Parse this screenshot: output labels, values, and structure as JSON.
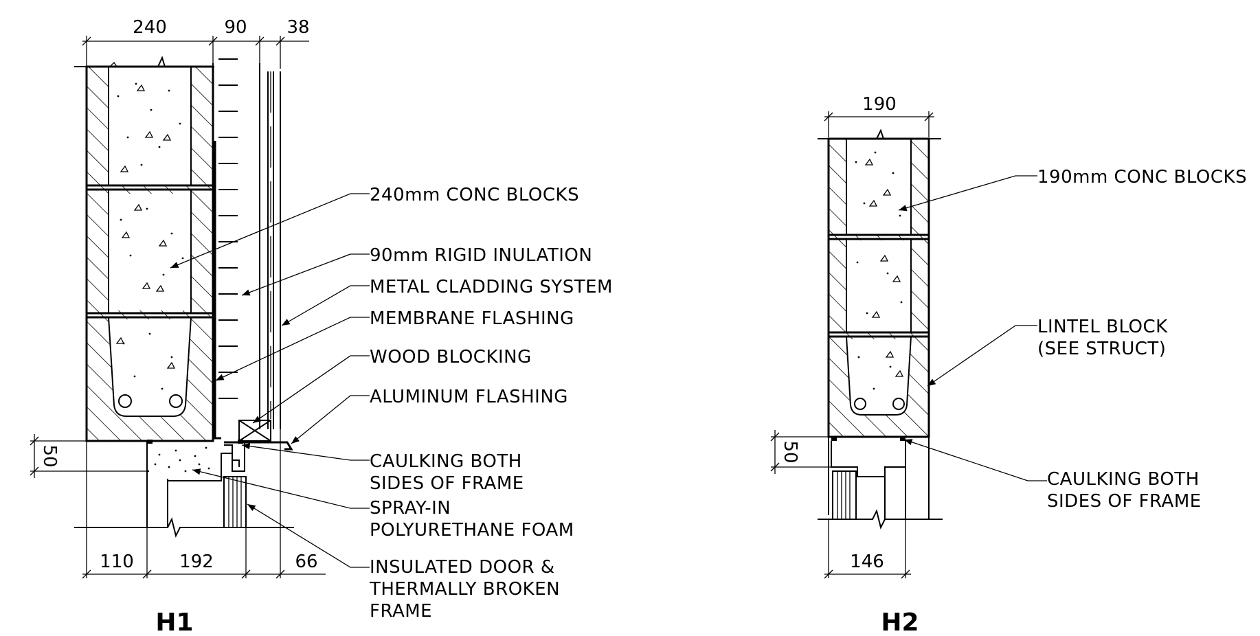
{
  "h1": {
    "title": "H1",
    "dims": {
      "top_a": "240",
      "top_b": "90",
      "top_c": "38",
      "bottom_a": "110",
      "bottom_b": "192",
      "bottom_c": "66",
      "side": "50"
    },
    "labels": [
      {
        "lines": [
          "240mm CONC BLOCKS"
        ]
      },
      {
        "lines": [
          "90mm RIGID INULATION"
        ]
      },
      {
        "lines": [
          "METAL CLADDING SYSTEM"
        ]
      },
      {
        "lines": [
          "MEMBRANE FLASHING"
        ]
      },
      {
        "lines": [
          "WOOD BLOCKING"
        ]
      },
      {
        "lines": [
          "ALUMINUM FLASHING"
        ]
      },
      {
        "lines": [
          "CAULKING BOTH",
          "SIDES OF FRAME"
        ]
      },
      {
        "lines": [
          "SPRAY-IN",
          "POLYURETHANE FOAM"
        ]
      },
      {
        "lines": [
          "INSULATED DOOR &",
          "THERMALLY BROKEN",
          "FRAME"
        ]
      }
    ]
  },
  "h2": {
    "title": "H2",
    "dims": {
      "top_a": "190",
      "bottom_a": "146",
      "side": "50"
    },
    "labels": [
      {
        "lines": [
          "190mm CONC BLOCKS"
        ]
      },
      {
        "lines": [
          "LINTEL BLOCK",
          "(SEE STRUCT)"
        ]
      },
      {
        "lines": [
          "CAULKING BOTH",
          "SIDES OF FRAME"
        ]
      }
    ]
  }
}
